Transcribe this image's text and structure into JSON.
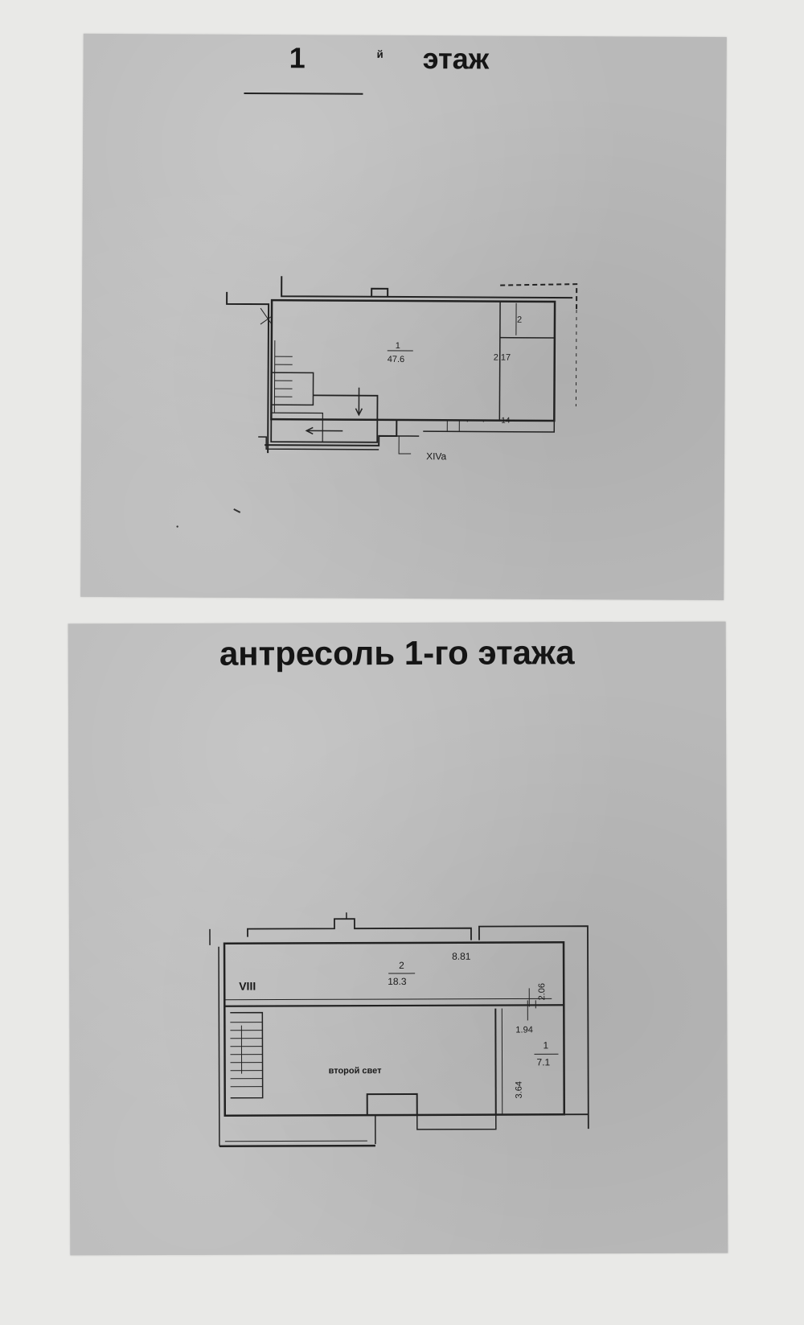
{
  "floor1": {
    "title_number": "1",
    "title_superscript": "й",
    "title_word": "этаж",
    "room1_number": "1",
    "room1_area": "47.6",
    "room2_number": "2",
    "dim_height": "2.17",
    "small_label": "14",
    "section_label": "XIVa"
  },
  "mezzanine": {
    "title": "антресоль 1-го этажа",
    "room2_number": "2",
    "room2_area": "18.3",
    "dim_length": "8.81",
    "room_numeral": "VIII",
    "dim_width": "2.06",
    "second_light_label": "второй свет",
    "room1_number": "1",
    "room1_area": "7.1",
    "dim_1": "1.94",
    "dim_2": "3.64"
  }
}
